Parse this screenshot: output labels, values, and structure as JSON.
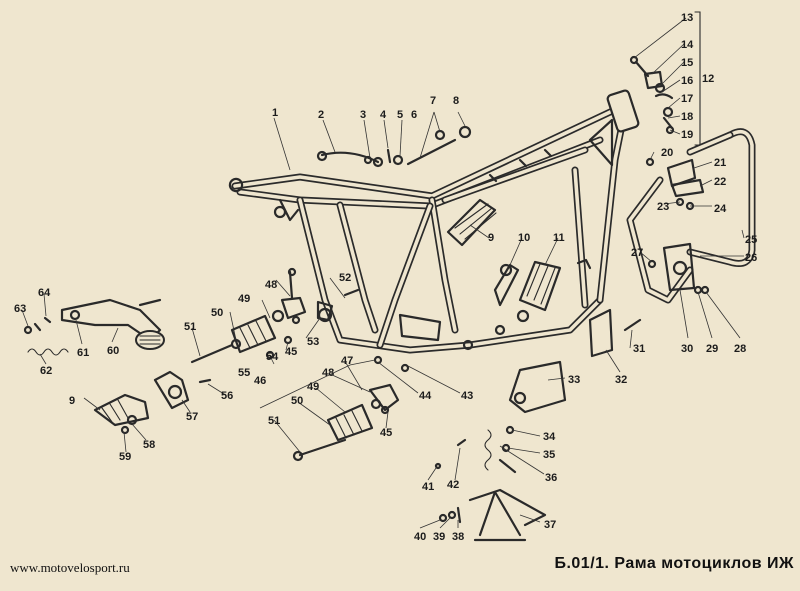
{
  "caption": "Б.01/1. Рама мотоциклов ИЖ",
  "website": "www.motovelosport.ru",
  "part_numbers": [
    "1",
    "2",
    "3",
    "4",
    "5",
    "6",
    "7",
    "8",
    "9",
    "10",
    "11",
    "12",
    "13",
    "14",
    "15",
    "16",
    "17",
    "18",
    "19",
    "20",
    "21",
    "22",
    "23",
    "24",
    "25",
    "26",
    "27",
    "28",
    "29",
    "30",
    "31",
    "32",
    "33",
    "34",
    "35",
    "36",
    "37",
    "38",
    "39",
    "40",
    "41",
    "42",
    "43",
    "44",
    "45",
    "46",
    "47",
    "48",
    "49",
    "50",
    "51",
    "52",
    "53",
    "54",
    "55",
    "56",
    "57",
    "58",
    "59",
    "60",
    "61",
    "62",
    "63",
    "64"
  ]
}
